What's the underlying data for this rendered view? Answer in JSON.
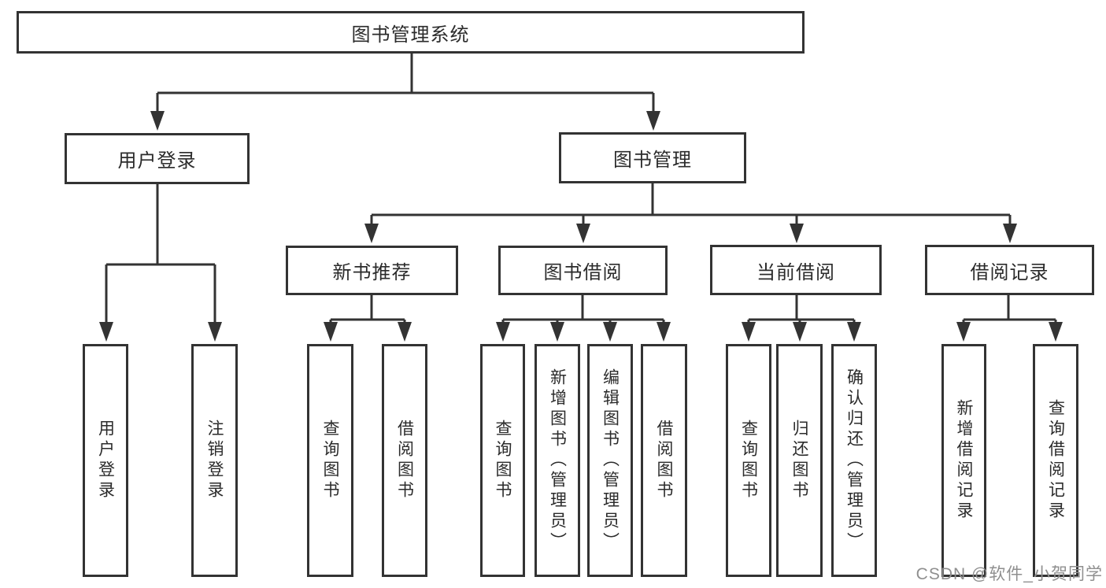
{
  "diagram": {
    "root": "图书管理系统",
    "level2": [
      {
        "label": "用户登录",
        "children": [
          "用户登录",
          "注销登录"
        ]
      },
      {
        "label": "图书管理",
        "children": [
          {
            "label": "新书推荐",
            "children": [
              "查询图书",
              "借阅图书"
            ]
          },
          {
            "label": "图书借阅",
            "children": [
              "查询图书",
              "新增图书（管理员）",
              "编辑图书（管理员）",
              "借阅图书"
            ]
          },
          {
            "label": "当前借阅",
            "children": [
              "查询图书",
              "归还图书",
              "确认归还（管理员）"
            ]
          },
          {
            "label": "借阅记录",
            "children": [
              "新增借阅记录",
              "查询借阅记录"
            ]
          }
        ]
      }
    ]
  },
  "watermark": "CSDN @软件_小贺同学",
  "colors": {
    "line": "#333333",
    "text": "#2b2b2b",
    "background": "#ffffff",
    "watermark": "#8f8f8f"
  }
}
